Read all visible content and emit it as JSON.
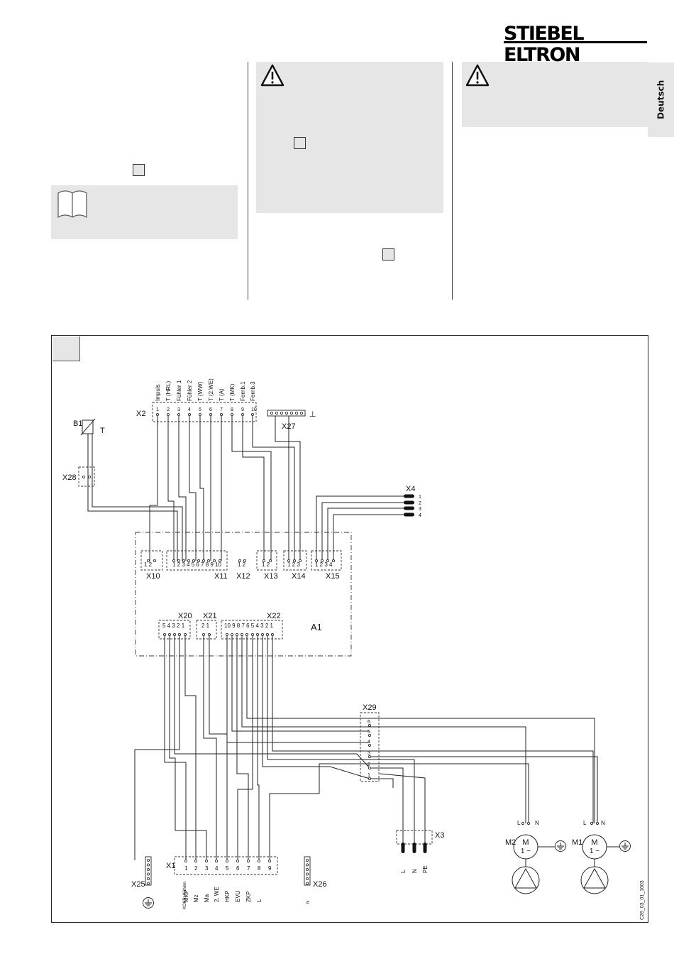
{
  "header": {
    "brand": "STIEBEL ELTRON",
    "language_tab": "Deutsch"
  },
  "diagram": {
    "ref_code": "C26_03_01_1003",
    "plugs": {
      "X1": "X1",
      "X2": "X2",
      "X3": "X3",
      "X4": "X4",
      "X10": "X10",
      "X11": "X11",
      "X12": "X12",
      "X13": "X13",
      "X14": "X14",
      "X15": "X15",
      "X20": "X20",
      "X21": "X21",
      "X22": "X22",
      "X25": "X25",
      "X26": "X26",
      "X27": "X27",
      "X28": "X28",
      "X29": "X29"
    },
    "components": {
      "A1": "A1",
      "B1": "B1",
      "B1_type": "T",
      "M1": "M1",
      "M2": "M2",
      "motor": "M",
      "phase": "1 ~"
    },
    "x2_labels": [
      "Impuls",
      "T (HRL)",
      "Fühler 1",
      "Fühler 2",
      "T (WW)",
      "T (2.WE)",
      "T (A)",
      "T (MK)",
      "Fernb.1",
      "Fernb.3"
    ],
    "x2_pins": [
      "1",
      "2",
      "3",
      "4",
      "5",
      "6",
      "7",
      "8",
      "9",
      "10"
    ],
    "x4_pins": [
      "1",
      "2",
      "3",
      "4"
    ],
    "x1_pins": [
      "1",
      "2",
      "3",
      "4",
      "5",
      "6",
      "7",
      "8",
      "9"
    ],
    "x1_labels": [
      "MKP",
      "Mz",
      "Ma",
      "2. WE",
      "HKP",
      "EVU",
      "ZKP",
      "L"
    ],
    "x1_sub_label": "KOKP/ Kühlen",
    "x3_labels": [
      "L",
      "N",
      "PE"
    ],
    "x29_pins": [
      "6",
      "5",
      "4",
      "3",
      "2",
      "1"
    ],
    "motor_terms": [
      "L",
      "N"
    ],
    "x26_label": "N",
    "x27_symbol": "⊥",
    "pin_rows": {
      "x10": "1 2",
      "x11": "1 2 3 4 5 6 7 8 9 10",
      "x12": "1 2",
      "x13": "1 2",
      "x14": "1 2 3",
      "x15": "1 2 3 4",
      "x20": "5 4 3 2 1",
      "x21": "2 1",
      "x22": "10 9 8 7 6 5 4 3 2 1"
    }
  }
}
